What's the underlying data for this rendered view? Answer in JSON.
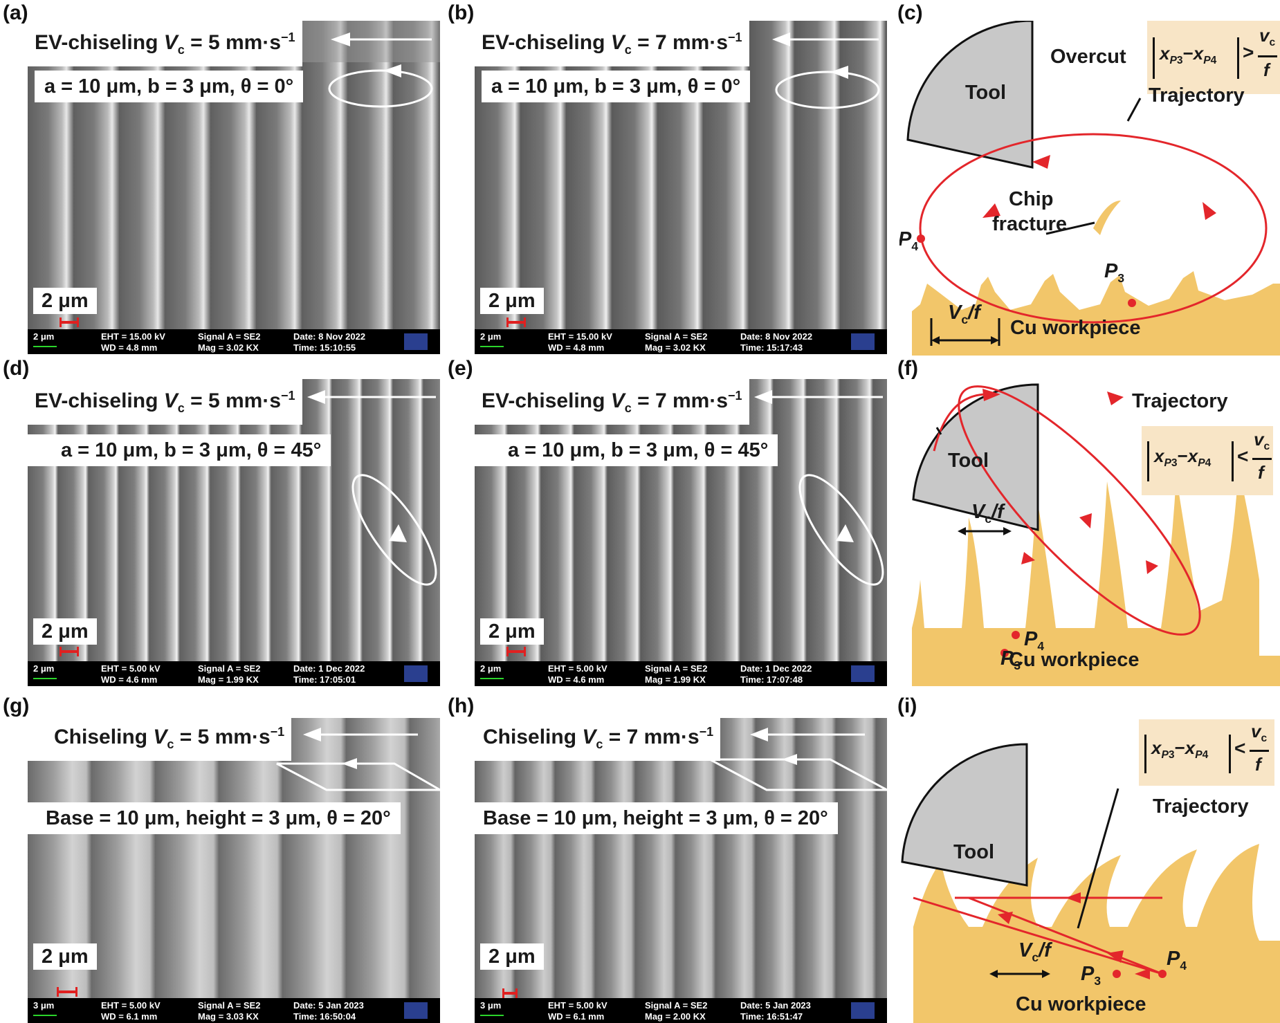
{
  "panels": {
    "a": {
      "label": "(a)",
      "title_prefix": "EV-chiseling ",
      "title_var": "V",
      "title_sub": "c",
      "title_suffix": " = 5 mm·s",
      "title_sup": "−1",
      "params": "a = 10 μm, b = 3 μm, θ = 0°",
      "scale": "2 μm",
      "bar": {
        "scale": "2 μm",
        "eht": "EHT = 15.00 kV",
        "wd": "WD = 4.8 mm",
        "signal": "Signal A = SE2",
        "mag": "Mag = 3.02 KX",
        "date": "Date: 8 Nov 2022",
        "time": "Time: 15:10:55"
      }
    },
    "b": {
      "label": "(b)",
      "title_prefix": "EV-chiseling ",
      "title_var": "V",
      "title_sub": "c",
      "title_suffix": " = 7 mm·s",
      "title_sup": "−1",
      "params": "a = 10 μm, b = 3 μm, θ = 0°",
      "scale": "2 μm",
      "bar": {
        "scale": "2 μm",
        "eht": "EHT = 15.00 kV",
        "wd": "WD = 4.8 mm",
        "signal": "Signal A = SE2",
        "mag": "Mag = 3.02 KX",
        "date": "Date: 8 Nov 2022",
        "time": "Time: 15:17:43"
      }
    },
    "c": {
      "label": "(c)",
      "overcut": "Overcut",
      "formula_lhs": "x",
      "formula_p3": "P3",
      "formula_p4": "P4",
      "formula_op": ">",
      "formula_num": "v",
      "formula_num_sub": "c",
      "formula_den": "f",
      "tool": "Tool",
      "trajectory": "Trajectory",
      "chip1": "Chip",
      "chip2": "fracture",
      "p4": "P",
      "p4_sub": "4",
      "p3": "P",
      "p3_sub": "3",
      "vcf": "V",
      "vcf_sub": "c",
      "vcf_suffix": "/f",
      "workpiece": "Cu workpiece"
    },
    "d": {
      "label": "(d)",
      "title_prefix": "EV-chiseling ",
      "title_var": "V",
      "title_sub": "c",
      "title_suffix": " = 5 mm·s",
      "title_sup": "−1",
      "params": "a = 10 μm, b = 3 μm, θ = 45°",
      "scale": "2 μm",
      "bar": {
        "scale": "2 μm",
        "eht": "EHT = 5.00 kV",
        "wd": "WD = 4.6 mm",
        "signal": "Signal A = SE2",
        "mag": "Mag = 1.99 KX",
        "date": "Date: 1 Dec 2022",
        "time": "Time: 17:05:01"
      }
    },
    "e": {
      "label": "(e)",
      "title_prefix": "EV-chiseling ",
      "title_var": "V",
      "title_sub": "c",
      "title_suffix": " = 7 mm·s",
      "title_sup": "−1",
      "params": "a = 10 μm, b = 3 μm, θ = 45°",
      "scale": "2 μm",
      "bar": {
        "scale": "2 μm",
        "eht": "EHT = 5.00 kV",
        "wd": "WD = 4.6 mm",
        "signal": "Signal A = SE2",
        "mag": "Mag = 1.99 KX",
        "date": "Date: 1 Dec 2022",
        "time": "Time: 17:07:48"
      }
    },
    "f": {
      "label": "(f)",
      "formula_op": "<",
      "formula_num": "v",
      "formula_num_sub": "c",
      "formula_den": "f",
      "tool": "Tool",
      "trajectory": "Trajectory",
      "p4": "P",
      "p4_sub": "4",
      "p3": "P",
      "p3_sub": "3",
      "vcf": "V",
      "vcf_sub": "c",
      "vcf_suffix": "/f",
      "workpiece": "Cu workpiece"
    },
    "g": {
      "label": "(g)",
      "title_prefix": "Chiseling ",
      "title_var": "V",
      "title_sub": "c",
      "title_suffix": " = 5 mm·s",
      "title_sup": "−1",
      "params": "Base = 10 μm, height = 3 μm, θ = 20°",
      "scale": "2 μm",
      "bar": {
        "scale": "3 μm",
        "eht": "EHT = 5.00 kV",
        "wd": "WD = 6.1 mm",
        "signal": "Signal A = SE2",
        "mag": "Mag = 3.03 KX",
        "date": "Date: 5 Jan 2023",
        "time": "Time: 16:50:04"
      }
    },
    "h": {
      "label": "(h)",
      "title_prefix": "Chiseling ",
      "title_var": "V",
      "title_sub": "c",
      "title_suffix": " = 7 mm·s",
      "title_sup": "−1",
      "params": "Base = 10 μm, height = 3 μm, θ = 20°",
      "scale": "2 μm",
      "bar": {
        "scale": "3 μm",
        "eht": "EHT = 5.00 kV",
        "wd": "WD = 6.1 mm",
        "signal": "Signal A = SE2",
        "mag": "Mag = 2.00 KX",
        "date": "Date: 5 Jan 2023",
        "time": "Time: 16:51:47"
      }
    },
    "i": {
      "label": "(i)",
      "formula_op": "<",
      "formula_num": "v",
      "formula_num_sub": "c",
      "formula_den": "f",
      "tool": "Tool",
      "trajectory": "Trajectory",
      "p4": "P",
      "p4_sub": "4",
      "p3": "P",
      "p3_sub": "3",
      "vcf": "V",
      "vcf_sub": "c",
      "vcf_suffix": "/f",
      "workpiece": "Cu workpiece"
    }
  },
  "colors": {
    "trajectory": "#e3262b",
    "workpiece": "#f2c66a",
    "tool": "#c8c8c8",
    "formula_bg": "#f8e5c6",
    "sem_gray": "#8a8a8a"
  }
}
